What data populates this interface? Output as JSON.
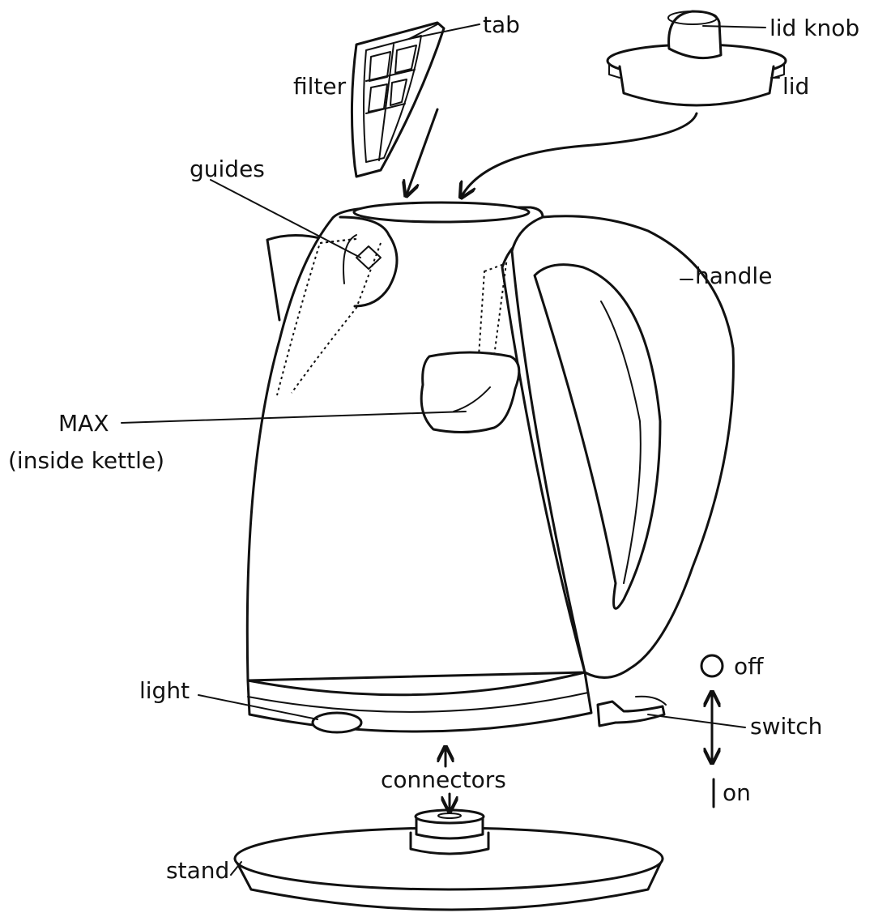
{
  "labels": {
    "tab": "tab",
    "lid_knob": "lid knob",
    "lid": "lid",
    "filter": "filter",
    "guides": "guides",
    "handle": "handle",
    "max_line1": "MAX",
    "max_line2": "(inside kettle)",
    "off": "off",
    "light": "light",
    "switch": "switch",
    "connectors": "connectors",
    "on": "on",
    "stand": "stand"
  },
  "colors": {
    "line": "#111111",
    "background": "#ffffff"
  }
}
